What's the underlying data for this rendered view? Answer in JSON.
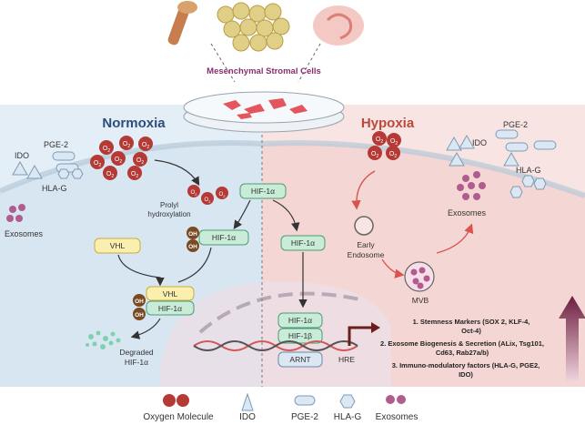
{
  "top": {
    "title": "Mesenchymal Stromal Cells"
  },
  "left_panel": {
    "title": "Normoxia",
    "ido": "IDO",
    "pge2": "PGE-2",
    "hlag": "HLA-G",
    "exosomes": "Exosomes",
    "prolyl_line1": "Prolyl",
    "prolyl_line2": "hydroxylation",
    "vhl": "VHL",
    "hif1a": "HIF-1α",
    "oh": "OH",
    "degraded_line1": "Degraded",
    "degraded_line2": "HIF-1α"
  },
  "center": {
    "hif1a_top": "HIF-1α",
    "hif1a_mid": "HIF-1α",
    "hif1a_nuc": "HIF-1α",
    "hif1b": "HIF-1β",
    "arnt": "ARNT",
    "hre": "HRE"
  },
  "right_panel": {
    "title": "Hypoxia",
    "pge2": "PGE-2",
    "ido": "IDO",
    "hlag": "HLA-G",
    "exosomes": "Exosomes",
    "early_line1": "Early",
    "early_line2": "Endosome",
    "mvb": "MVB",
    "list": [
      {
        "line1": "1. Stemness Markers (SOX 2, KLF-4,",
        "line2": "Oct-4)"
      },
      {
        "line1": "2. Exosome Biogenesis & Secretion (ALix, Tsg101,",
        "line2": "Cd63, Rab27a/b)"
      },
      {
        "line1": "3. Immuno-modulatory factors (HLA-G, PGE2,",
        "line2": "IDO)"
      }
    ]
  },
  "o2_symbol": "O",
  "o2_sub": "2",
  "legend": {
    "oxygen": "Oxygen Molecule",
    "ido": "IDO",
    "pge2": "PGE-2",
    "hlag": "HLA-G",
    "exosomes": "Exosomes"
  },
  "colors": {
    "normoxia_bg": "#dceaf4",
    "hypoxia_bg": "#f6dcda",
    "normoxia_title": "#2e4d7a",
    "hypoxia_title": "#b94a3a",
    "o2_red": "#b53a36",
    "green_box": "#c9ecd8",
    "yellow_box": "#fbefb0",
    "arrow_purple": "#6b1e3f"
  }
}
